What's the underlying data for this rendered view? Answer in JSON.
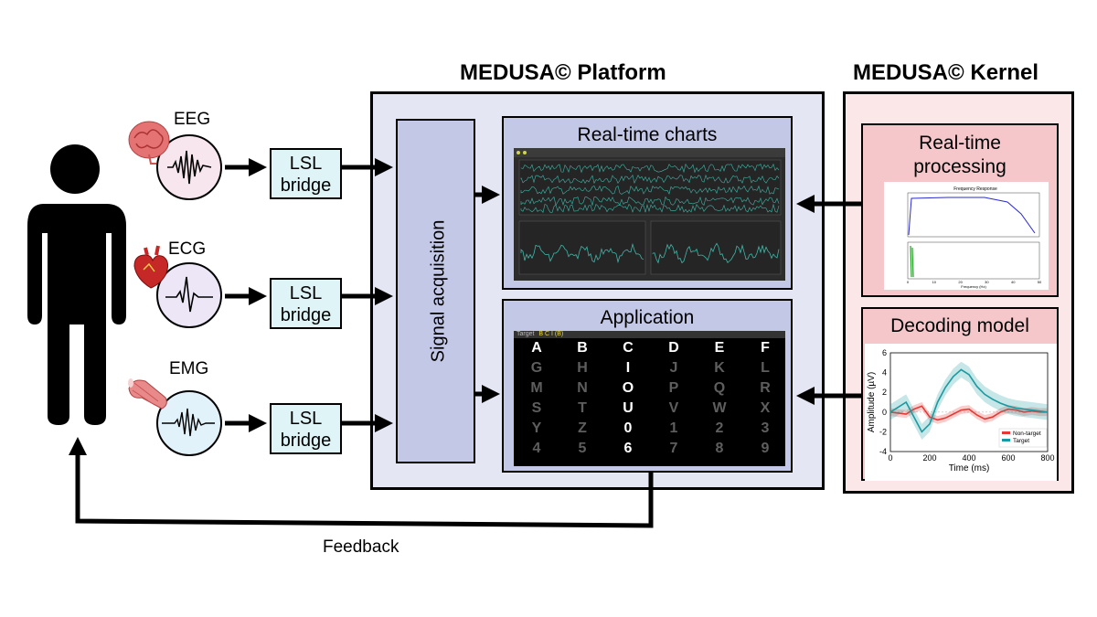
{
  "platform": {
    "title": "MEDUSA© Platform",
    "signal_acquisition": "Signal acquisition",
    "charts_label": "Real-time charts",
    "application_label": "Application",
    "app_target_label": "Target",
    "app_target_value": "B C I (B)"
  },
  "kernel": {
    "title": "MEDUSA© Kernel",
    "processing_label_1": "Real-time",
    "processing_label_2": "processing",
    "decoding_label": "Decoding model"
  },
  "signals": [
    {
      "label": "EEG",
      "icon": "brain-icon"
    },
    {
      "label": "ECG",
      "icon": "heart-icon"
    },
    {
      "label": "EMG",
      "icon": "muscle-icon"
    }
  ],
  "lsl": {
    "line1": "LSL",
    "line2": "bridge"
  },
  "feedback_label": "Feedback",
  "speller": {
    "rows": [
      [
        "A",
        "B",
        "C",
        "D",
        "E",
        "F"
      ],
      [
        "G",
        "H",
        "I",
        "J",
        "K",
        "L"
      ],
      [
        "M",
        "N",
        "O",
        "P",
        "Q",
        "R"
      ],
      [
        "S",
        "T",
        "U",
        "V",
        "W",
        "X"
      ],
      [
        "Y",
        "Z",
        "0",
        "1",
        "2",
        "3"
      ],
      [
        "4",
        "5",
        "6",
        "7",
        "8",
        "9"
      ]
    ],
    "highlight_column": 2
  },
  "freq_plot": {
    "title": "Frequency Response",
    "xlabel": "Frequency (Hz)",
    "xticks": [
      "0",
      "10",
      "20",
      "30",
      "40",
      "50"
    ]
  },
  "chart_data": {
    "type": "line",
    "x": [
      0,
      40,
      80,
      120,
      160,
      200,
      240,
      280,
      320,
      360,
      400,
      440,
      480,
      520,
      560,
      600,
      640,
      680,
      720,
      760,
      800
    ],
    "series": [
      {
        "name": "Non-target",
        "values": [
          0,
          -0.1,
          -0.2,
          0.3,
          0.6,
          -0.5,
          -0.8,
          -0.6,
          -0.2,
          0.2,
          0.3,
          -0.3,
          -0.7,
          -0.5,
          0.0,
          0.3,
          0.2,
          0.0,
          0.1,
          0.0,
          0.0
        ],
        "color": "#e53935"
      },
      {
        "name": "Target",
        "values": [
          0,
          0.5,
          1.0,
          -0.5,
          -2.0,
          -1.2,
          1.0,
          2.5,
          3.6,
          4.3,
          3.8,
          2.6,
          1.8,
          1.3,
          0.9,
          0.6,
          0.4,
          0.3,
          0.2,
          0.1,
          0.0
        ],
        "color": "#1a9aa0"
      }
    ],
    "xlabel": "Time (ms)",
    "ylabel": "Amplitude (µV)",
    "xlim": [
      0,
      800
    ],
    "ylim": [
      -4,
      6
    ],
    "xticks": [
      0,
      200,
      400,
      600,
      800
    ],
    "yticks": [
      -4,
      -2,
      0,
      2,
      4,
      6
    ],
    "legend": "bottom-right"
  }
}
